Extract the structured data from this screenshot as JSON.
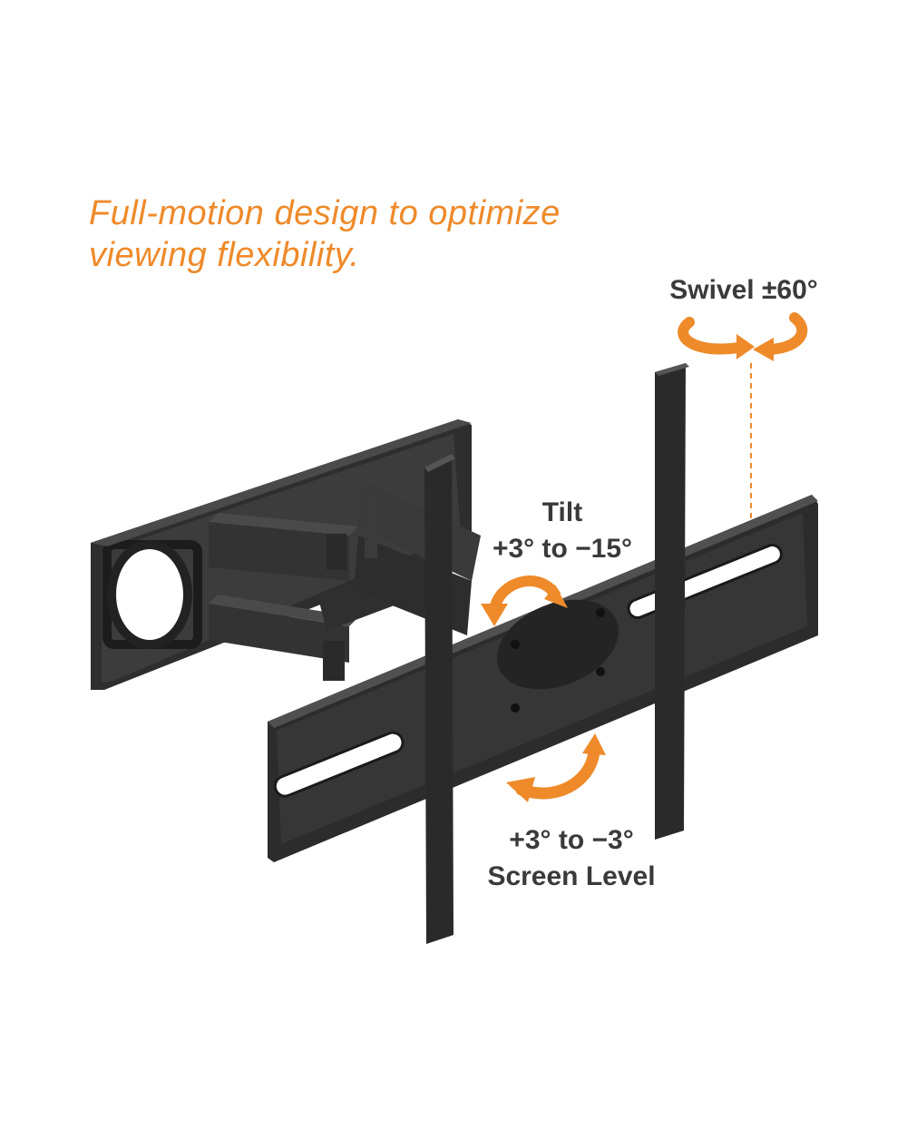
{
  "headline": {
    "line1": "Full-motion design to optimize",
    "line2": "viewing flexibility."
  },
  "swivel": {
    "text": "Swivel ±60°"
  },
  "tilt": {
    "line1": "Tilt",
    "line2": "+3° to −15°"
  },
  "level": {
    "line1": "+3° to −3°",
    "line2": "Screen Level"
  },
  "colors": {
    "accent": "#ee8a2a",
    "label": "#3a3a3a",
    "metal": "#2b2b2b",
    "metal_light": "#454545"
  }
}
